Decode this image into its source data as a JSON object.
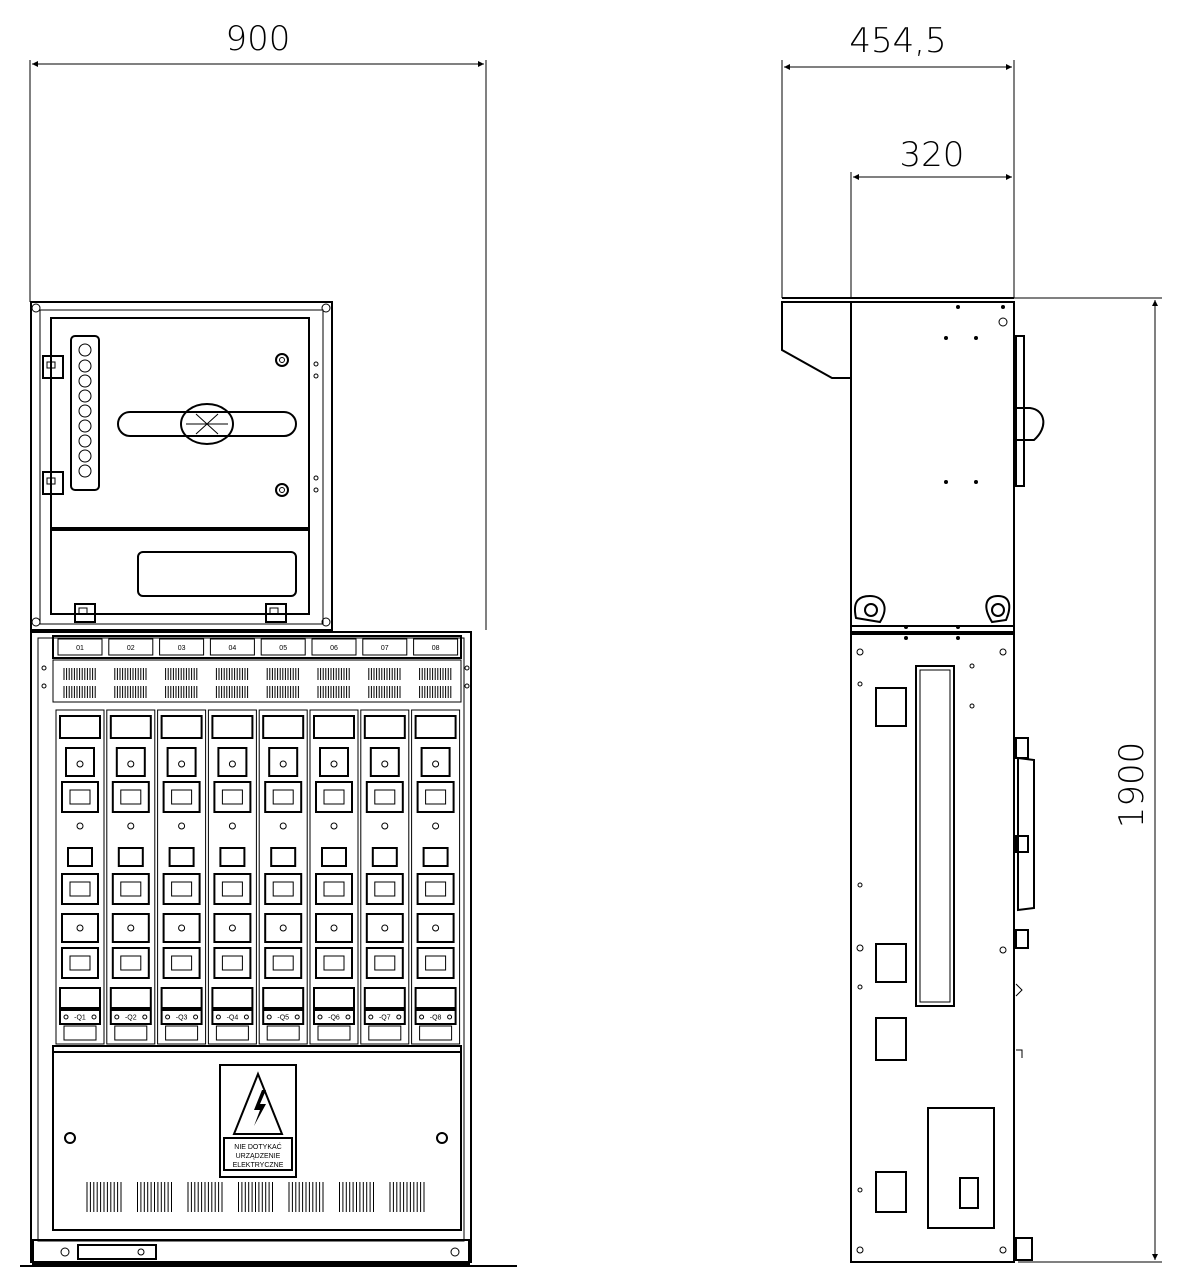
{
  "dimensions": {
    "front_width": "900",
    "side_depth_total": "454,5",
    "side_depth_body": "320",
    "height": "1900"
  },
  "front_view": {
    "top_labels": [
      "01",
      "02",
      "03",
      "04",
      "05",
      "06",
      "07",
      "08"
    ],
    "fuse_labels": [
      "-Q1",
      "-Q2",
      "-Q3",
      "-Q4",
      "-Q5",
      "-Q6",
      "-Q7",
      "-Q8"
    ],
    "warning_label": [
      "NIE DOTYKAĆ",
      "URZĄDZENIE",
      "ELEKTRYCZNE"
    ]
  },
  "colors": {
    "line": "#000000",
    "background": "#ffffff"
  }
}
